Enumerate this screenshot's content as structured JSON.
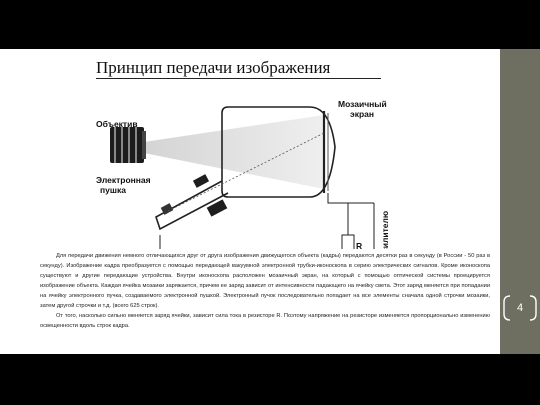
{
  "slide": {
    "title": "Принцип передачи  изображения",
    "page_number": "4"
  },
  "diagram": {
    "labels": {
      "lens": "Объектив",
      "mosaic_screen_line1": "Мозаичный",
      "mosaic_screen_line2": "экран",
      "electron_gun_line1": "Электронная",
      "electron_gun_line2": "пушка",
      "resistor": "R",
      "to_amplifier": "К усилителю"
    }
  },
  "text": {
    "paragraph1": "Для передачи движения немного отличающихся друг от друга изображения движущегося объекта (кадры) передаются десятки раз в секунду (в России - 50 раз в секунду). Изображение кадра преобразуется с помощью передающей вакуумной электронной трубки-иконоскопа в серию электрических сигналов. Кроме иконоскопа существуют и другие передающие устройства. Внутри иконоскопа расположен мозаичный экран, на который с помощью оптической системы проецируется изображение объекта. Каждая ячейка мозаики заряжается, причем ее заряд зависит от интенсивности падающего на ячейку света. Этот заряд меняется при попадании на ячейку электронного пучка, создаваемого электронной пушкой. Электронный пучок последовательно попадает на все элементы сначала одной строчки мозаики, затем другой строчки и т.д. (всего 625 строк).",
    "paragraph2": "От того, насколько сильно меняется заряд ячейки, зависит сила тока в резисторе R. Поэтому напряжение на резисторе изменяется пропорционально изменению освещенности вдоль строк кадра."
  }
}
